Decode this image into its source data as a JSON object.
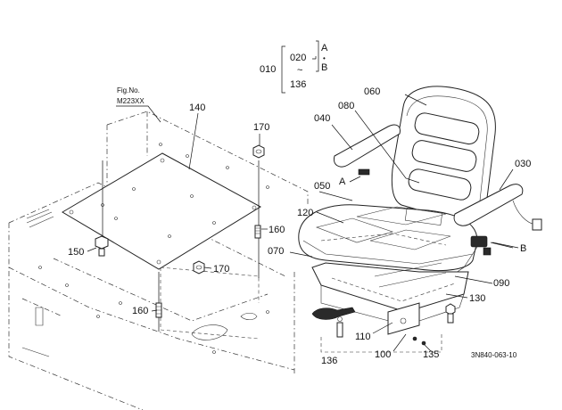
{
  "figure": {
    "fig_no_label": "Fig.No.",
    "fig_no_value": "M223XX",
    "drawing_code": "3N840-063-10"
  },
  "legend": {
    "range_start": "010",
    "range_a": "020",
    "range_b": "136",
    "tilde": "~",
    "variant_a": "A",
    "dot": "•",
    "variant_b": "B"
  },
  "parts": [
    {
      "id": "p030",
      "label": "030"
    },
    {
      "id": "p040",
      "label": "040"
    },
    {
      "id": "p050",
      "label": "050"
    },
    {
      "id": "p060",
      "label": "060"
    },
    {
      "id": "p070",
      "label": "070"
    },
    {
      "id": "p080",
      "label": "080"
    },
    {
      "id": "p090",
      "label": "090"
    },
    {
      "id": "p100",
      "label": "100"
    },
    {
      "id": "p110",
      "label": "110"
    },
    {
      "id": "p120",
      "label": "120"
    },
    {
      "id": "p130",
      "label": "130"
    },
    {
      "id": "p135",
      "label": "135"
    },
    {
      "id": "p136",
      "label": "136"
    },
    {
      "id": "p140",
      "label": "140"
    },
    {
      "id": "p150",
      "label": "150"
    },
    {
      "id": "p160a",
      "label": "160"
    },
    {
      "id": "p160b",
      "label": "160"
    },
    {
      "id": "p170a",
      "label": "170"
    },
    {
      "id": "p170b",
      "label": "170"
    }
  ],
  "markers": {
    "a": "A",
    "b": "B"
  }
}
